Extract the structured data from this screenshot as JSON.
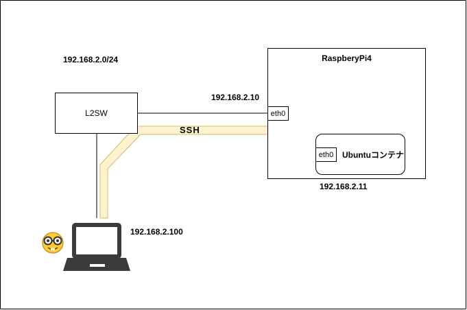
{
  "network": {
    "subnet": "192.168.2.0/24"
  },
  "l2sw": {
    "label": "L2SW"
  },
  "raspberrypi": {
    "label": "RaspberyPi4",
    "ip": "192.168.2.10",
    "interface": "eth0"
  },
  "container": {
    "label": "Ubuntuコンテナ",
    "interface": "eth0",
    "ip": "192.168.2.11"
  },
  "laptop": {
    "ip": "192.168.2.100"
  },
  "connection": {
    "label": "SSH",
    "arrow_color": "#fff2cc",
    "arrow_border": "#d6b656"
  },
  "icons": {
    "laptop": "laptop-icon",
    "user": "nerd-face-icon"
  }
}
